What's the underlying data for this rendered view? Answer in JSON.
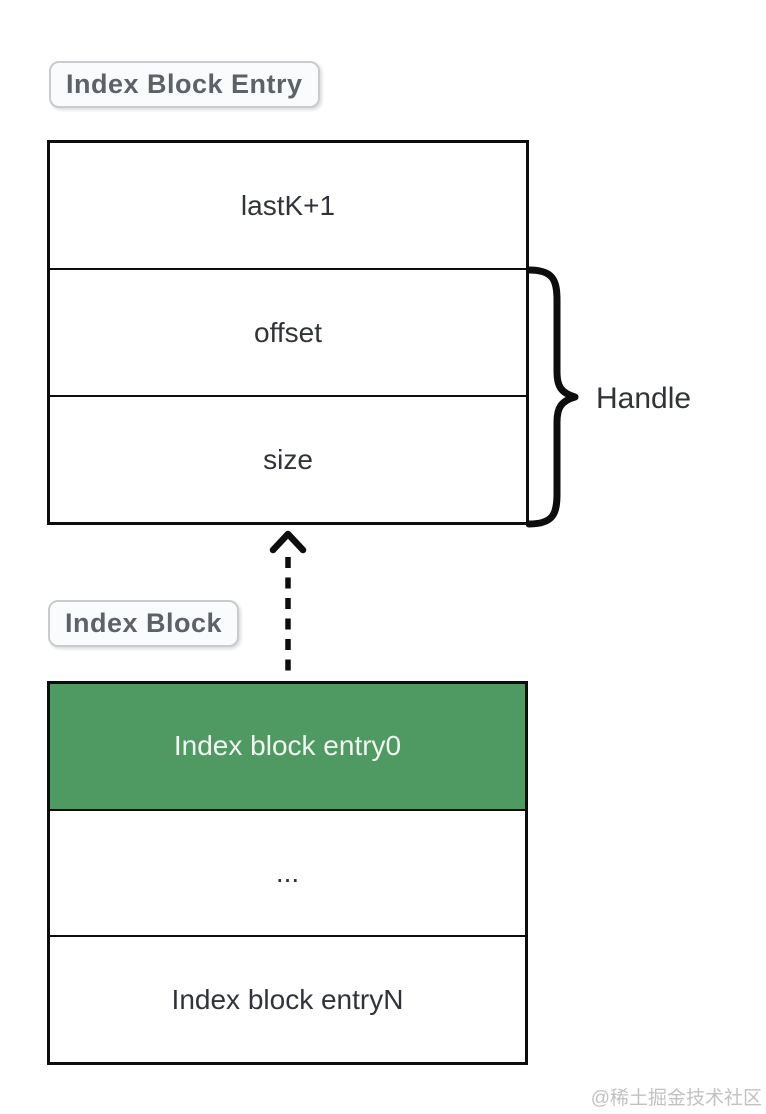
{
  "page": {
    "watermark": "@稀土掘金技术社区"
  },
  "badges": {
    "entry_label": "Index Block Entry",
    "block_label": "Index Block"
  },
  "entry_table": {
    "rows": [
      "lastK+1",
      "offset",
      "size"
    ]
  },
  "handle": {
    "label": "Handle"
  },
  "block_table": {
    "rows": [
      {
        "label": "Index block entry0",
        "highlight": true
      },
      {
        "label": "...",
        "highlight": false
      },
      {
        "label": "Index block entryN",
        "highlight": false
      }
    ]
  },
  "colors": {
    "page_bg": "#ffffff",
    "line_black": "#0d0d0d",
    "text_dark": "#30343a",
    "badge_bg": "#fafbfc",
    "badge_border": "#c8cbd0",
    "badge_text": "#5d6269",
    "highlight_green": "#4f9a63",
    "highlight_text": "#f2f6f0",
    "watermark_gray": "#c2c2c2"
  }
}
